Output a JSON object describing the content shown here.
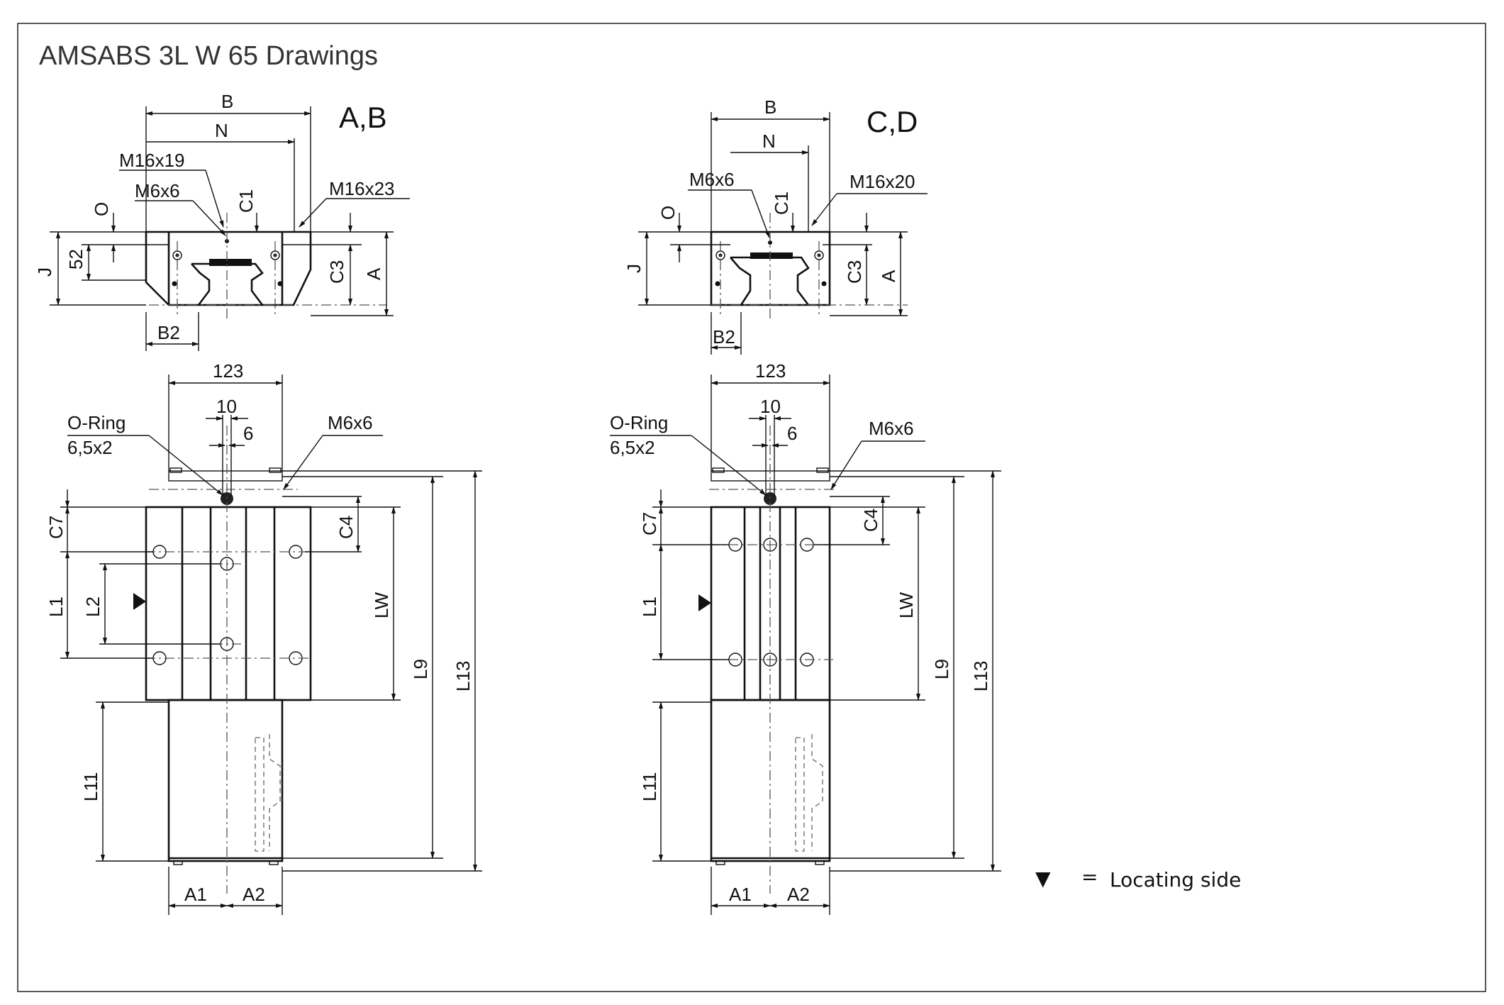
{
  "title": "AMSABS 3L  W 65 Drawings",
  "views": {
    "ab": {
      "title": "A,B",
      "top": {
        "B": "B",
        "N": "N",
        "M16x19": "M16x19",
        "M6x6": "M6x6",
        "M16x23": "M16x23",
        "C1": "C1",
        "O": "O",
        "J": "J",
        "d52": "52",
        "C3": "C3",
        "A": "A",
        "B2": "B2"
      },
      "side": {
        "d123": "123",
        "d10": "10",
        "d6": "6",
        "oring1": "O-Ring",
        "oring2": "6,5x2",
        "M6x6": "M6x6",
        "C7": "C7",
        "C4": "C4",
        "L1": "L1",
        "L2": "L2",
        "LW": "LW",
        "L9": "L9",
        "L13": "L13",
        "L11": "L11",
        "A1": "A1",
        "A2": "A2"
      }
    },
    "cd": {
      "title": "C,D",
      "top": {
        "B": "B",
        "N": "N",
        "M6x6": "M6x6",
        "M16x20": "M16x20",
        "C1": "C1",
        "O": "O",
        "J": "J",
        "C3": "C3",
        "A": "A",
        "B2": "B2"
      },
      "side": {
        "d123": "123",
        "d10": "10",
        "d6": "6",
        "oring1": "O-Ring",
        "oring2": "6,5x2",
        "M6x6": "M6x6",
        "C7": "C7",
        "C4": "C4",
        "L1": "L1",
        "LW": "LW",
        "L9": "L9",
        "L13": "L13",
        "L11": "L11",
        "A1": "A1",
        "A2": "A2"
      }
    }
  },
  "legend": {
    "symbol": "▼",
    "equals": "=",
    "text": "Locating side"
  }
}
